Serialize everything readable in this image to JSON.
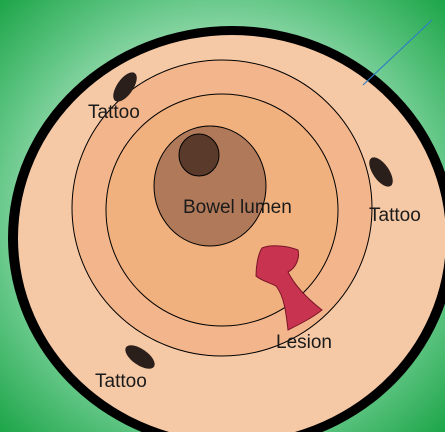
{
  "labels": {
    "tattoo_top_left": "Tattoo",
    "tattoo_right": "Tattoo",
    "tattoo_bottom_left": "Tattoo",
    "bowel_lumen": "Bowel lumen",
    "lesion": "Lesion"
  },
  "colors": {
    "background_edge": "#1fa64a",
    "background_center": "#e6f7ec",
    "outer_ring": "#000000",
    "bowel_wall_outer": "#f6c9a6",
    "bowel_layer_middle": "#f3b68c",
    "bowel_layer_inner": "#f1b17f",
    "bowel_lumen": "#b07a5a",
    "lumen_core": "#5a3a2a",
    "lesion": "#c8344f",
    "tattoo": "#2b1f1c",
    "pointer_line": "#2f7fc1"
  }
}
